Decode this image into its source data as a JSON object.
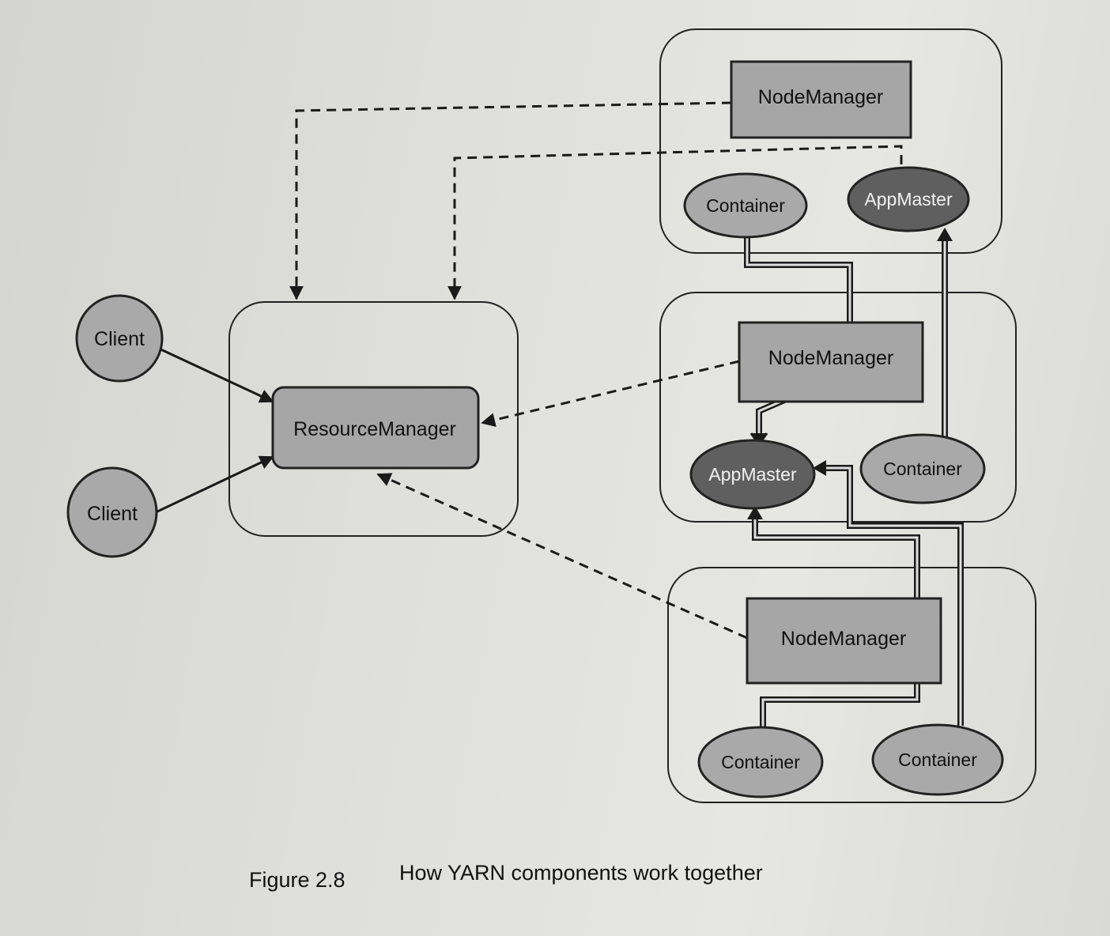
{
  "diagram": {
    "clients": [
      "Client",
      "Client"
    ],
    "resource_manager": "ResourceManager",
    "nodes": [
      {
        "node_manager": "NodeManager",
        "left_circle": "Container",
        "right_circle": "AppMaster"
      },
      {
        "node_manager": "NodeManager",
        "left_circle": "AppMaster",
        "right_circle": "Container"
      },
      {
        "node_manager": "NodeManager",
        "left_circle": "Container",
        "right_circle": "Container"
      }
    ]
  },
  "caption": {
    "figure_number": "Figure 2.8",
    "title": "How YARN components work together"
  },
  "colors": {
    "box_fill": "#a6a6a6",
    "circle_fill": "#a9a9a9",
    "appmaster_fill": "#5f5f5f",
    "line": "#1a1a1a"
  }
}
